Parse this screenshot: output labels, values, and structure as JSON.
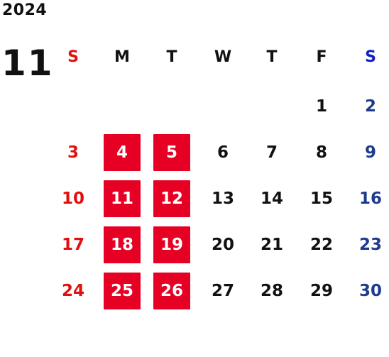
{
  "calendar": {
    "year": "2024",
    "month": "11",
    "weekdays": [
      "S",
      "M",
      "T",
      "W",
      "T",
      "F",
      "S"
    ],
    "weekday_colors": [
      "#e01010",
      "#111111",
      "#111111",
      "#111111",
      "#111111",
      "#111111",
      "#1020c0"
    ],
    "colors": {
      "sunday": "#e01010",
      "saturday": "#1f3c8c",
      "weekday": "#111111",
      "highlight_bg": "#e60024",
      "highlight_text": "#ffffff"
    },
    "weeks": [
      [
        null,
        null,
        null,
        null,
        null,
        "1",
        "2"
      ],
      [
        "3",
        "4",
        "5",
        "6",
        "7",
        "8",
        "9"
      ],
      [
        "10",
        "11",
        "12",
        "13",
        "14",
        "15",
        "16"
      ],
      [
        "17",
        "18",
        "19",
        "20",
        "21",
        "22",
        "23"
      ],
      [
        "24",
        "25",
        "26",
        "27",
        "28",
        "29",
        "30"
      ]
    ],
    "highlighted_days": [
      "4",
      "5",
      "11",
      "12",
      "18",
      "19",
      "25",
      "26"
    ]
  }
}
